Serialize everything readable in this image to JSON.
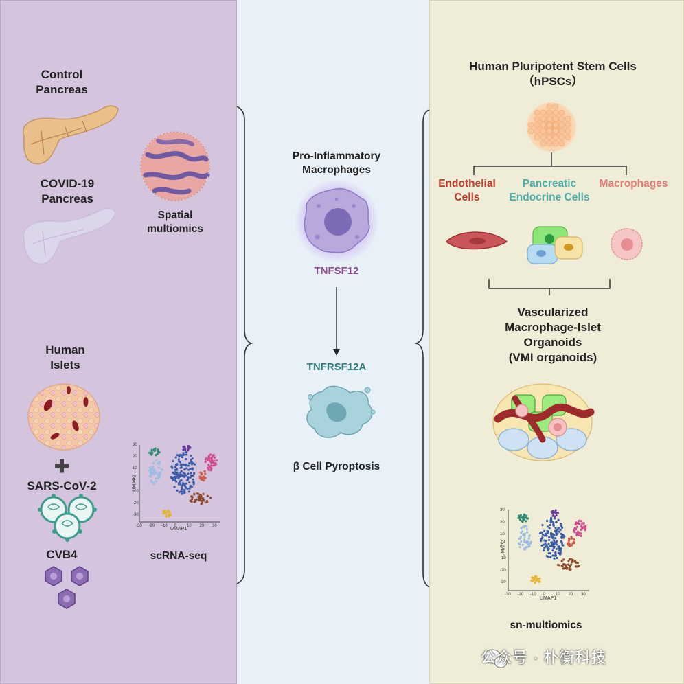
{
  "left": {
    "control_pancreas": "Control\nPancreas",
    "covid_pancreas": "COVID-19\nPancreas",
    "spatial": "Spatial\nmultiomics",
    "human_islets": "Human\nIslets",
    "plus_symbol": "✚",
    "sars": "SARS-CoV-2",
    "cvb4": "CVB4",
    "scrna": "scRNA-seq",
    "umap_x": "UMAP1",
    "umap_y": "UMAP2",
    "ticks_x": [
      "-30",
      "-20",
      "-10",
      "0",
      "10",
      "20",
      "30"
    ],
    "ticks_y": [
      "30",
      "20",
      "10",
      "0",
      "-10",
      "-20",
      "-30"
    ]
  },
  "middle": {
    "macrophages": "Pro-Inflammatory\nMacrophages",
    "ligand": "TNFSF12",
    "receptor": "TNFRSF12A",
    "outcome": "β Cell Pyroptosis"
  },
  "right": {
    "title": "Human Pluripotent Stem Cells\n（hPSCs）",
    "endothelial": "Endothelial\nCells",
    "endocrine": "Pancreatic\nEndocrine Cells",
    "macrophages": "Macrophages",
    "vmi": "Vascularized\nMacrophage-Islet\nOrganoids\n(VMI organoids)",
    "sn": "sn-multiomics",
    "umap_x": "UMAP1",
    "umap_y": "UMAP2",
    "ticks_x": [
      "-30",
      "-20",
      "-10",
      "0",
      "10",
      "20",
      "30"
    ],
    "ticks_y": [
      "30",
      "20",
      "10",
      "0",
      "-10",
      "-20",
      "-30"
    ]
  },
  "watermark": "公众号 · 朴衡科技",
  "colors": {
    "left_bg": "#d4c4dd",
    "mid_bg": "#e8f1f8",
    "right_bg": "#efedd7",
    "ligand": "#8b4a8c",
    "receptor": "#2f7d79",
    "endothelial": "#c0392b",
    "endocrine": "#4aaeaa",
    "macrophage": "#e07b7b"
  }
}
